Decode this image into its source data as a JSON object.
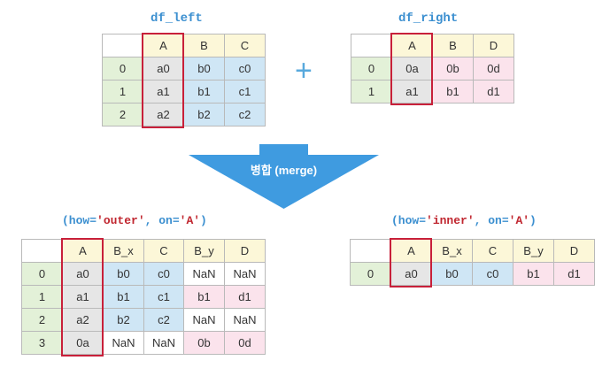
{
  "left": {
    "title": "df_left",
    "columns": [
      "A",
      "B",
      "C"
    ],
    "rows": [
      {
        "index": "0",
        "values": [
          "a0",
          "b0",
          "c0"
        ]
      },
      {
        "index": "1",
        "values": [
          "a1",
          "b1",
          "c1"
        ]
      },
      {
        "index": "2",
        "values": [
          "a2",
          "b2",
          "c2"
        ]
      }
    ]
  },
  "right": {
    "title": "df_right",
    "columns": [
      "A",
      "B",
      "D"
    ],
    "rows": [
      {
        "index": "0",
        "values": [
          "0a",
          "0b",
          "0d"
        ]
      },
      {
        "index": "1",
        "values": [
          "a1",
          "b1",
          "d1"
        ]
      }
    ]
  },
  "plus_symbol": "+",
  "merge_label": "병합 (merge)",
  "outer": {
    "caption": {
      "p1": "(how=",
      "how": "'outer'",
      "p2": ", on=",
      "on": "'A'",
      "p3": ")"
    },
    "columns": [
      "A",
      "B_x",
      "C",
      "B_y",
      "D"
    ],
    "rows": [
      {
        "index": "0",
        "values": [
          "a0",
          "b0",
          "c0",
          "NaN",
          "NaN"
        ]
      },
      {
        "index": "1",
        "values": [
          "a1",
          "b1",
          "c1",
          "b1",
          "d1"
        ]
      },
      {
        "index": "2",
        "values": [
          "a2",
          "b2",
          "c2",
          "NaN",
          "NaN"
        ]
      },
      {
        "index": "3",
        "values": [
          "0a",
          "NaN",
          "NaN",
          "0b",
          "0d"
        ]
      }
    ]
  },
  "inner": {
    "caption": {
      "p1": "(how=",
      "how": "'inner'",
      "p2": ", on=",
      "on": "'A'",
      "p3": ")"
    },
    "columns": [
      "A",
      "B_x",
      "C",
      "B_y",
      "D"
    ],
    "rows": [
      {
        "index": "0",
        "values": [
          "a0",
          "b0",
          "c0",
          "b1",
          "d1"
        ]
      }
    ]
  },
  "colors": {
    "title": "#3b8fd0",
    "caption_value": "#c0262f",
    "highlight_border": "#c8203a",
    "arrow": "#3f9be0",
    "header_fill": "#fcf7d8",
    "index_fill": "#e3f1d8",
    "key_column_fill": "#e6e6e6",
    "left_fill": "#cfe6f5",
    "right_fill": "#fbe3ec"
  }
}
